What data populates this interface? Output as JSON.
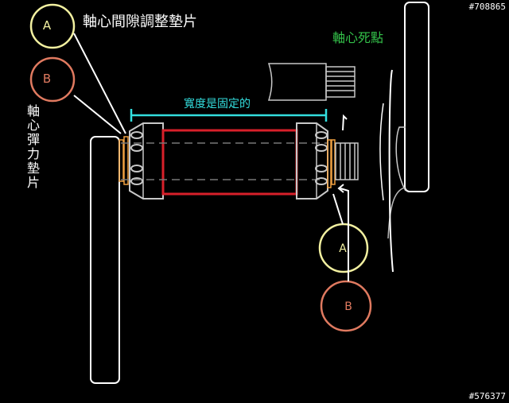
{
  "ids": {
    "top_right": "#708865",
    "bottom_right": "#576377"
  },
  "labels": {
    "callout_a_top": "A",
    "callout_b_top": "B",
    "adjust_shim": "軸心間隙調整墊片",
    "spring_shim_chars": [
      "軸",
      "心",
      "彈",
      "力",
      "墊",
      "片"
    ],
    "dead_point": "軸心死點",
    "width_fixed": "寬度是固定的",
    "callout_a_bottom": "A",
    "callout_b_bottom": "B"
  },
  "colors": {
    "background": "#000000",
    "callout_a": "#f2f0a0",
    "callout_b": "#e07a60",
    "dimension": "#33dede",
    "dead_point_text": "#34c24a",
    "hub_body": "#d8202a",
    "bearing": "#c8c8c8",
    "shim": "#f0a040"
  }
}
